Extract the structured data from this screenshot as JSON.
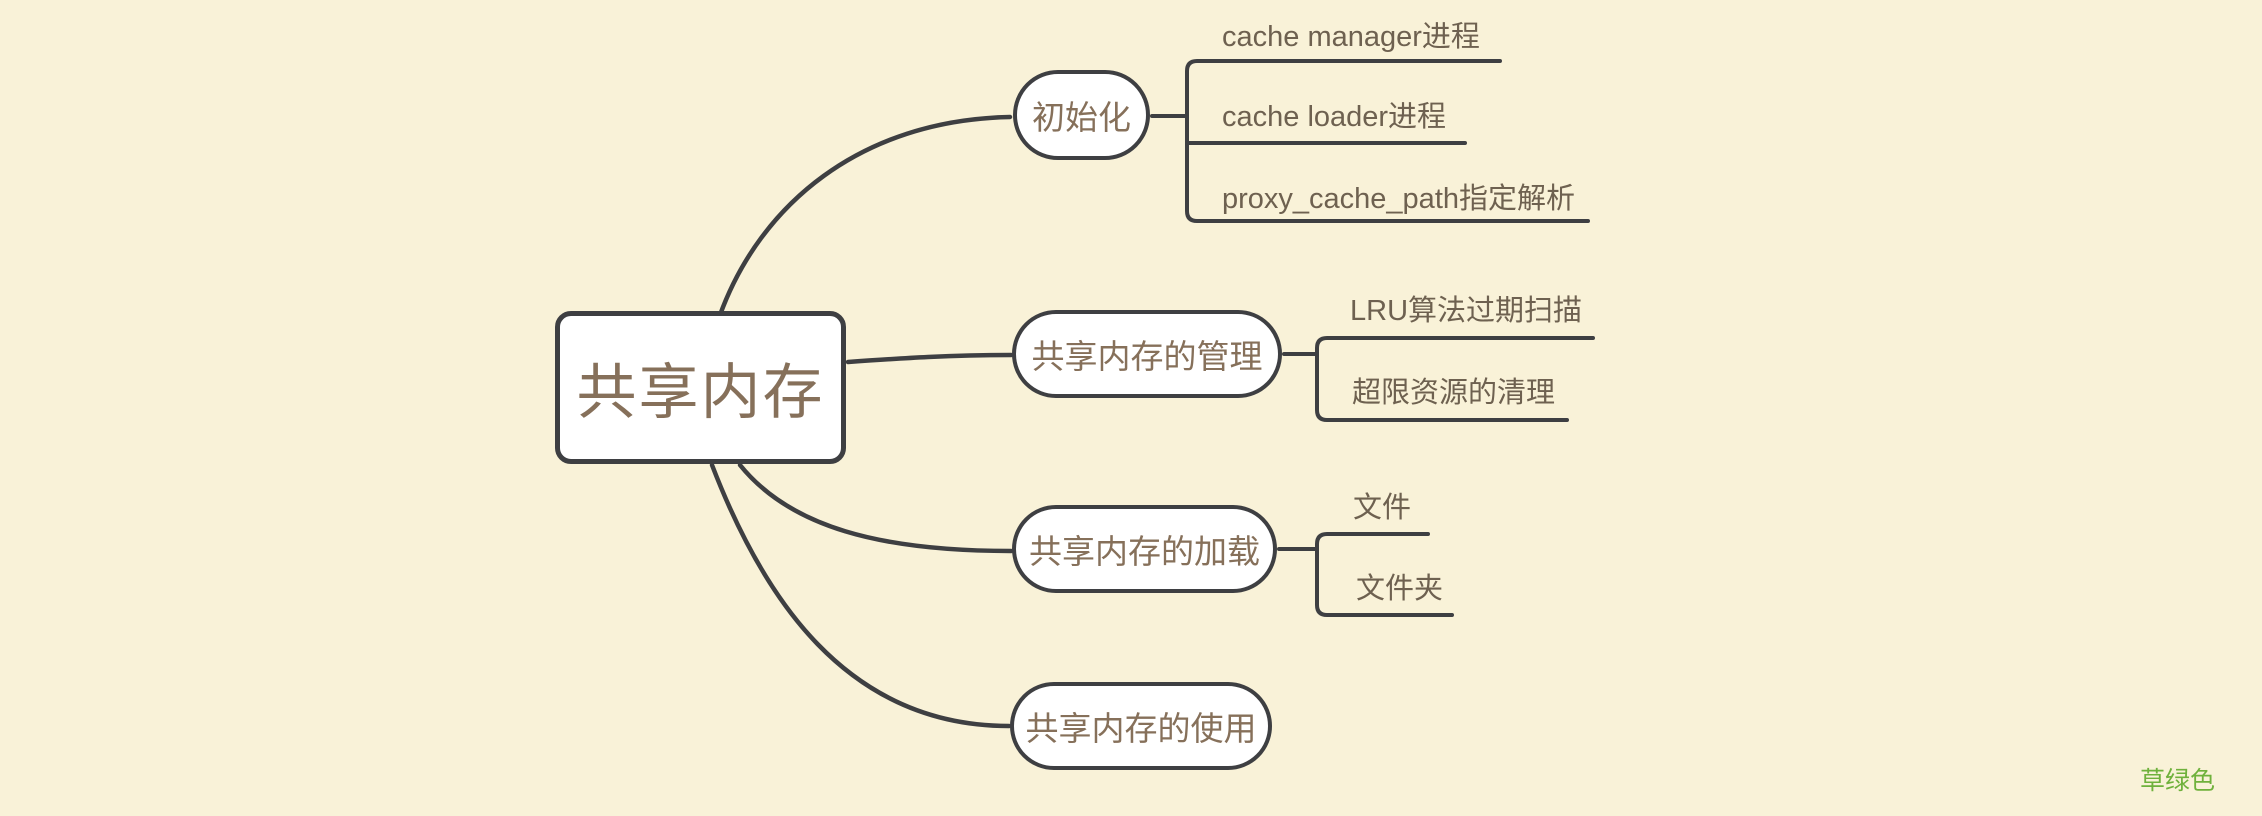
{
  "app": {
    "type": "mindmap",
    "theme_colors": {
      "background": "#F9F2D8",
      "line": "#3E3F42",
      "node_fill": "#FFFFFF",
      "root_text": "#86705A",
      "leaf_text": "#6E6150",
      "watermark_green": "#6FB13C"
    }
  },
  "map": {
    "root": {
      "label": "共享内存"
    },
    "branches": [
      {
        "label": "初始化",
        "children": [
          {
            "label": "cache manager进程"
          },
          {
            "label": "cache loader进程"
          },
          {
            "label": "proxy_cache_path指定解析"
          }
        ]
      },
      {
        "label": "共享内存的管理",
        "children": [
          {
            "label": "LRU算法过期扫描"
          },
          {
            "label": "超限资源的清理"
          }
        ]
      },
      {
        "label": "共享内存的加载",
        "children": [
          {
            "label": "文件"
          },
          {
            "label": "文件夹"
          }
        ]
      },
      {
        "label": "共享内存的使用",
        "children": []
      }
    ]
  },
  "watermark": {
    "label": "草绿色"
  }
}
